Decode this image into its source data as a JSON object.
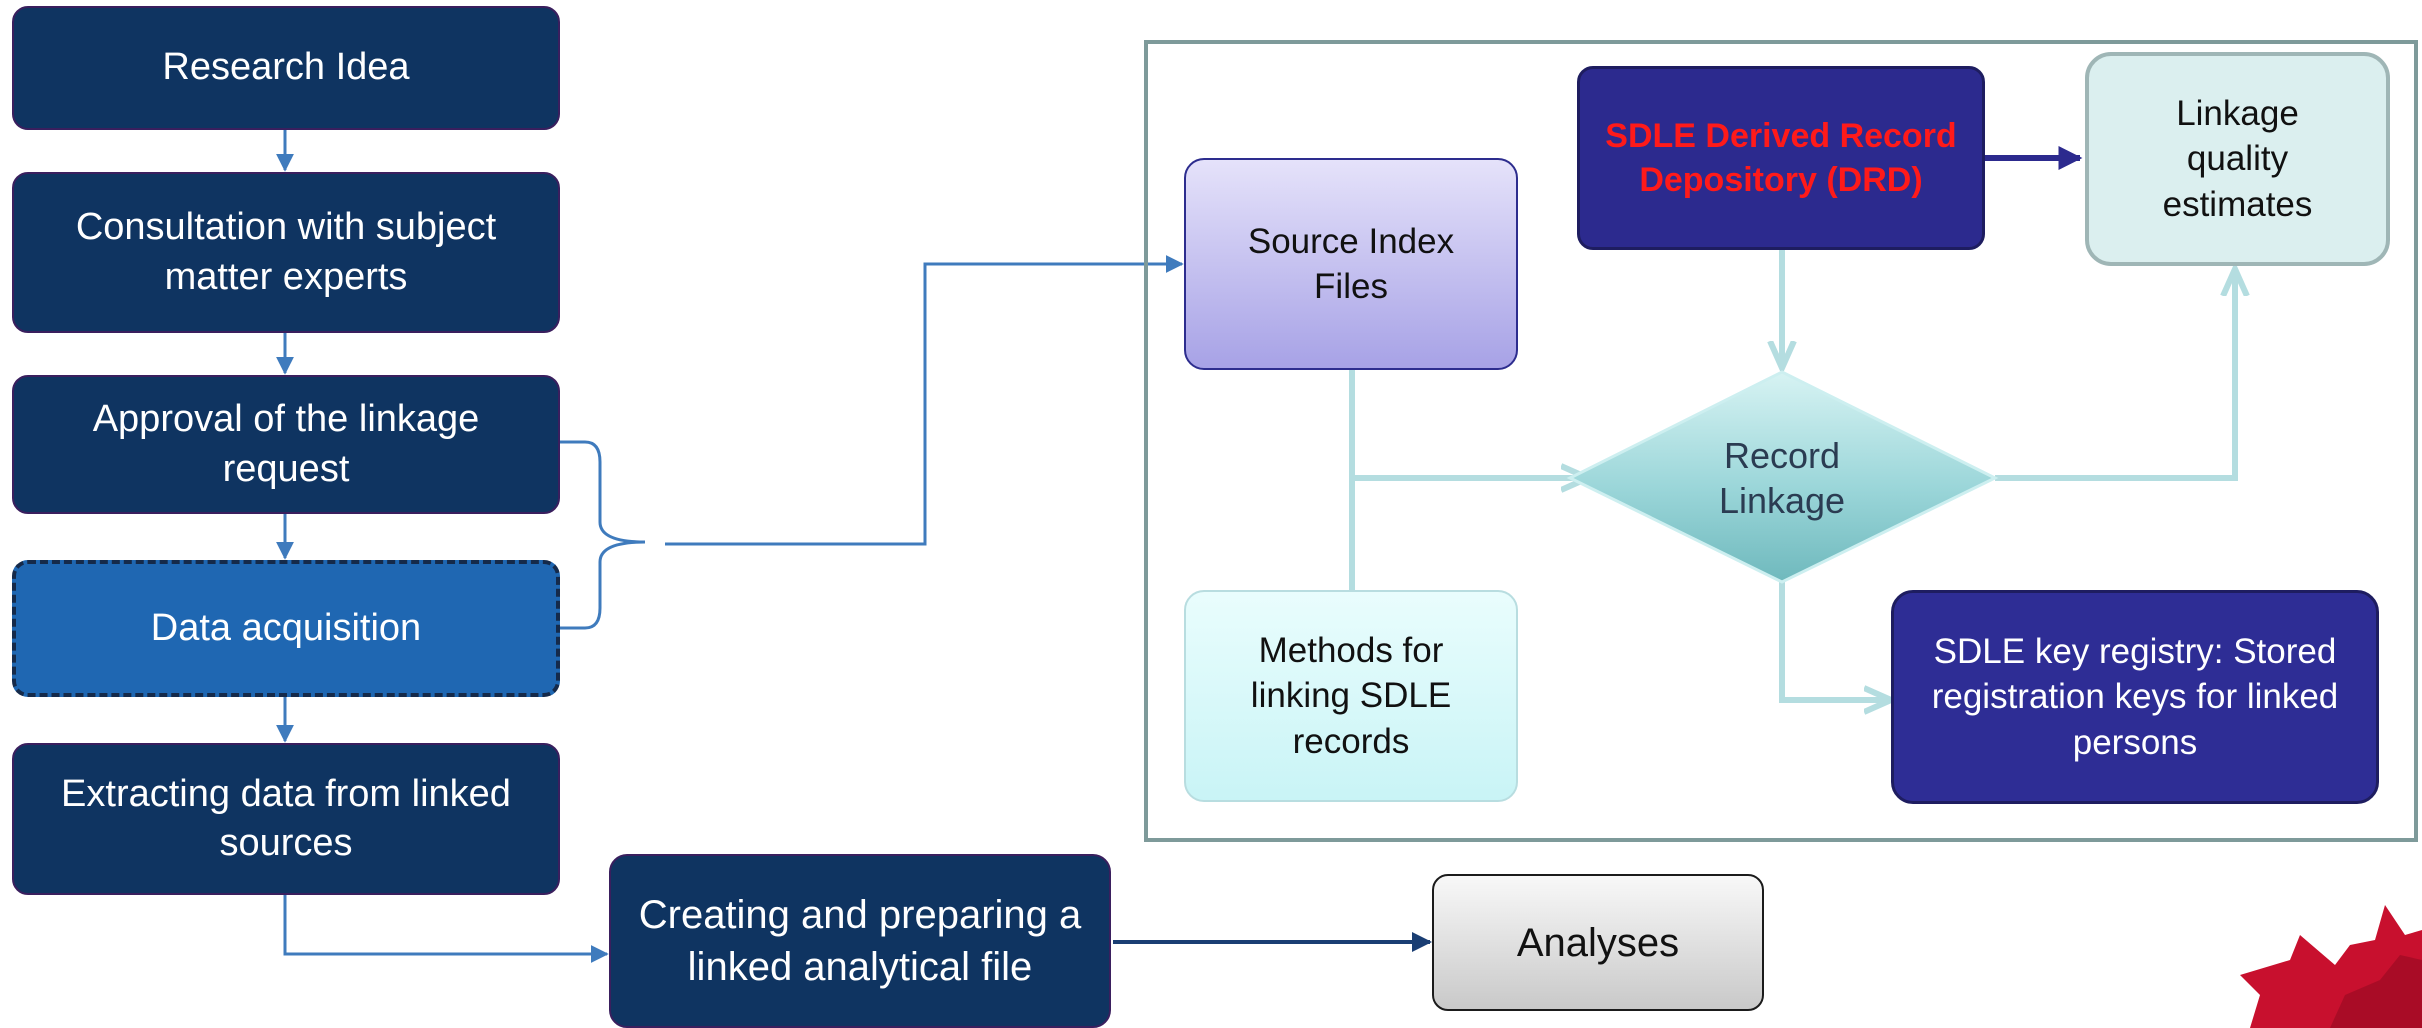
{
  "left_flow": {
    "research_idea": "Research Idea",
    "consultation": "Consultation with subject matter experts",
    "approval": "Approval of the linkage request",
    "data_acquisition": "Data acquisition",
    "extracting": "Extracting data from linked sources"
  },
  "creating_file": "Creating and preparing a linked analytical file",
  "analyses": "Analyses",
  "linkage_panel": {
    "source_index": "Source Index Files",
    "methods": "Methods for linking SDLE records",
    "drd": "SDLE Derived Record Depository (DRD)",
    "quality": "Linkage quality estimates",
    "record_linkage": "Record Linkage",
    "key_registry": "SDLE key registry: Stored registration keys for linked persons"
  },
  "colors": {
    "navy": "#0f3461",
    "acquisition_blue": "#1f67b2",
    "connector_blue": "#3f7bbd",
    "drd_text_red": "#ff1a1a",
    "maple_red": "#c8102e"
  }
}
